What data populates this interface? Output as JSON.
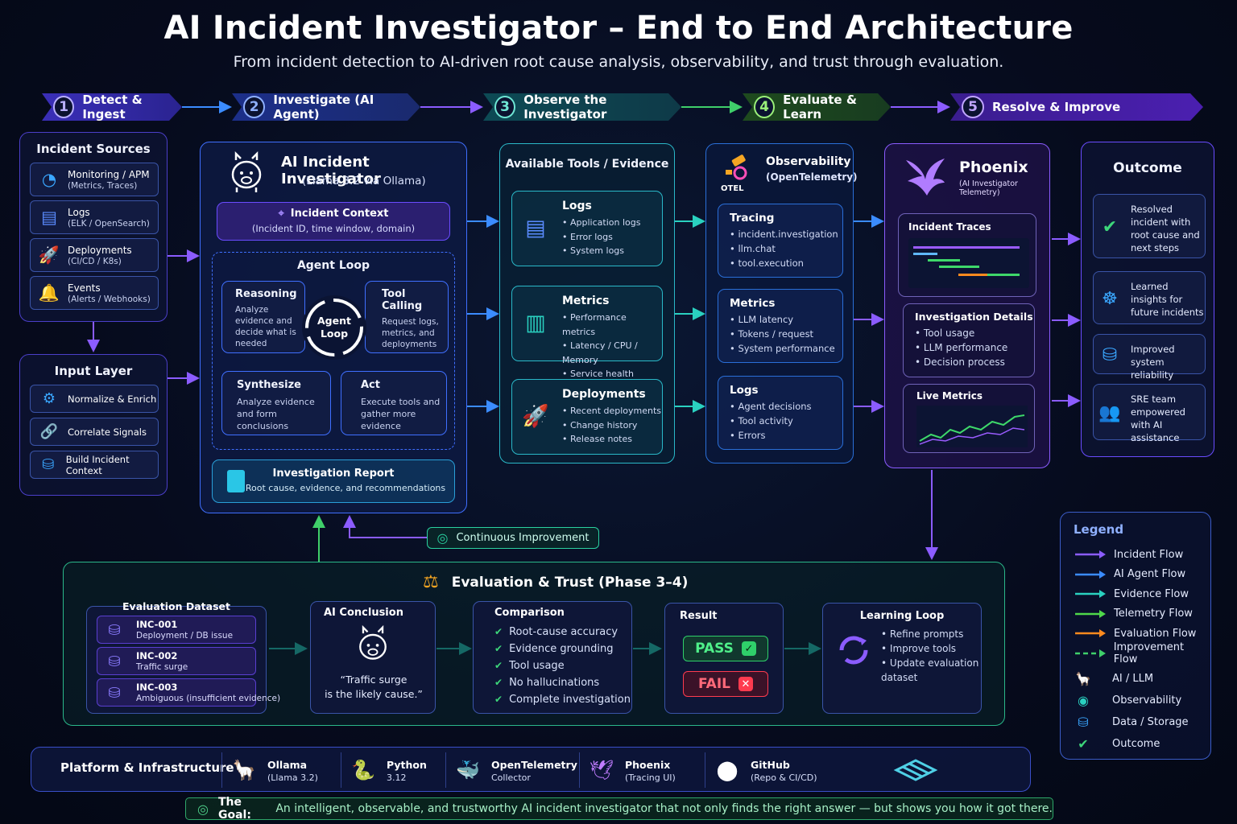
{
  "header": {
    "title": "AI Incident Investigator – End to End Architecture",
    "subtitle": "From incident detection to AI-driven root cause analysis, observability, and trust through evaluation."
  },
  "phases": [
    {
      "num": "1",
      "label": "Detect & Ingest",
      "color": "#6b5cff"
    },
    {
      "num": "2",
      "label": "Investigate  (AI Agent)",
      "color": "#3f74ff"
    },
    {
      "num": "3",
      "label": "Observe the Investigator",
      "color": "#23b7a6"
    },
    {
      "num": "4",
      "label": "Evaluate & Learn",
      "color": "#59c23a"
    },
    {
      "num": "5",
      "label": "Resolve & Improve",
      "color": "#7a3cff"
    }
  ],
  "sources": {
    "title": "Incident Sources",
    "items": [
      {
        "label": "Monitoring / APM",
        "sub": "(Metrics, Traces)",
        "icon": "gauge-icon"
      },
      {
        "label": "Logs",
        "sub": "(ELK / OpenSearch)",
        "icon": "document-icon"
      },
      {
        "label": "Deployments",
        "sub": "(CI/CD / K8s)",
        "icon": "rocket-icon"
      },
      {
        "label": "Events",
        "sub": "(Alerts / Webhooks)",
        "icon": "bell-icon"
      }
    ]
  },
  "input_layer": {
    "title": "Input Layer",
    "items": [
      {
        "label": "Normalize & Enrich",
        "icon": "gear-icon"
      },
      {
        "label": "Correlate Signals",
        "icon": "link-icon"
      },
      {
        "label": "Build Incident Context",
        "icon": "database-icon"
      }
    ]
  },
  "investigator": {
    "title": "AI Incident Investigator",
    "model": "(Llama 3.2 via Ollama)",
    "context_title": "Incident Context",
    "context_sub": "(Incident ID, time window, domain)",
    "loop_title": "Agent Loop",
    "loop_center": "Agent\nLoop",
    "reasoning_title": "Reasoning",
    "reasoning_text": "Analyze evidence and decide what is needed",
    "toolcall_title": "Tool Calling",
    "toolcall_text": "Request logs, metrics, and deployments",
    "synth_title": "Synthesize",
    "synth_text": "Analyze evidence and form conclusions",
    "act_title": "Act",
    "act_text": "Execute tools and gather more evidence",
    "report_title": "Investigation Report",
    "report_text": "Root cause, evidence, and recommendations"
  },
  "continuous": "Continuous Improvement",
  "tools": {
    "title": "Available Tools / Evidence",
    "items": [
      {
        "title": "Logs",
        "bullets": [
          "Application logs",
          "Error logs",
          "System logs"
        ],
        "icon": "document-icon"
      },
      {
        "title": "Metrics",
        "bullets": [
          "Performance metrics",
          "Latency / CPU / Memory",
          "Service health"
        ],
        "icon": "bar-chart-icon"
      },
      {
        "title": "Deployments",
        "bullets": [
          "Recent deployments",
          "Change history",
          "Release notes"
        ],
        "icon": "rocket-icon"
      }
    ]
  },
  "observability": {
    "title": "Observability",
    "sub": "(OpenTelemetry)",
    "logo_text": "OTEL",
    "items": [
      {
        "title": "Tracing",
        "bullets": [
          "incident.investigation",
          "llm.chat",
          "tool.execution"
        ]
      },
      {
        "title": "Metrics",
        "bullets": [
          "LLM latency",
          "Tokens / request",
          "System performance"
        ]
      },
      {
        "title": "Logs",
        "bullets": [
          "Agent decisions",
          "Tool activity",
          "Errors"
        ]
      }
    ]
  },
  "phoenix": {
    "title": "Phoenix",
    "sub": "(AI Investigator Telemetry)",
    "traces_title": "Incident Traces",
    "details_title": "Investigation Details",
    "details": [
      "Tool usage",
      "LLM performance",
      "Decision process"
    ],
    "metrics_title": "Live Metrics"
  },
  "outcome": {
    "title": "Outcome",
    "items": [
      {
        "text": "Resolved incident with root cause and next steps",
        "icon": "check-icon"
      },
      {
        "text": "Learned insights for future incidents",
        "icon": "brain-icon"
      },
      {
        "text": "Improved system reliability",
        "icon": "database-icon"
      },
      {
        "text": "SRE team empowered with AI assistance",
        "icon": "team-icon"
      }
    ]
  },
  "evaluation": {
    "title": "Evaluation & Trust  (Phase 3–4)",
    "dataset_title": "Evaluation Dataset",
    "dataset": [
      {
        "id": "INC-001",
        "desc": "Deployment / DB issue"
      },
      {
        "id": "INC-002",
        "desc": "Traffic surge"
      },
      {
        "id": "INC-003",
        "desc": "Ambiguous (insufficient evidence)"
      }
    ],
    "conclusion_title": "AI Conclusion",
    "conclusion_text": "“Traffic surge\nis the likely cause.”",
    "comparison_title": "Comparison",
    "comparison": [
      "Root-cause accuracy",
      "Evidence grounding",
      "Tool usage",
      "No hallucinations",
      "Complete investigation"
    ],
    "result_title": "Result",
    "pass": "PASS",
    "fail": "FAIL",
    "learning_title": "Learning Loop",
    "learning": [
      "Refine prompts",
      "Improve tools",
      "Update evaluation dataset"
    ]
  },
  "legend": {
    "title": "Legend",
    "flows": [
      {
        "label": "Incident Flow",
        "color": "#8b5cff"
      },
      {
        "label": "AI Agent Flow",
        "color": "#3b8cff"
      },
      {
        "label": "Evidence Flow",
        "color": "#2ad1c0"
      },
      {
        "label": "Telemetry Flow",
        "color": "#4fd84a"
      },
      {
        "label": "Evaluation Flow",
        "color": "#ff8a1e"
      },
      {
        "label": "Improvement Flow",
        "color": "#3fcf6a"
      }
    ],
    "kinds": [
      {
        "label": "AI / LLM",
        "icon": "llama-icon"
      },
      {
        "label": "Observability",
        "icon": "eye-icon"
      },
      {
        "label": "Data / Storage",
        "icon": "database-icon"
      },
      {
        "label": "Outcome",
        "icon": "check-circle-icon"
      }
    ]
  },
  "platform": {
    "title": "Platform & Infrastructure",
    "items": [
      {
        "name": "Ollama",
        "sub": "(Llama 3.2)",
        "icon": "llama-icon"
      },
      {
        "name": "Python",
        "sub": "3.12",
        "icon": "python-icon"
      },
      {
        "name": "OpenTelemetry",
        "sub": "Collector",
        "icon": "docker-icon"
      },
      {
        "name": "Phoenix",
        "sub": "(Tracing UI)",
        "icon": "phoenix-icon"
      },
      {
        "name": "GitHub",
        "sub": "(Repo & CI/CD)",
        "icon": "github-icon"
      }
    ]
  },
  "goal": {
    "label": "The Goal:",
    "text": "An intelligent, observable, and trustworthy AI incident investigator that not only finds the right answer — but shows you how it got there."
  }
}
